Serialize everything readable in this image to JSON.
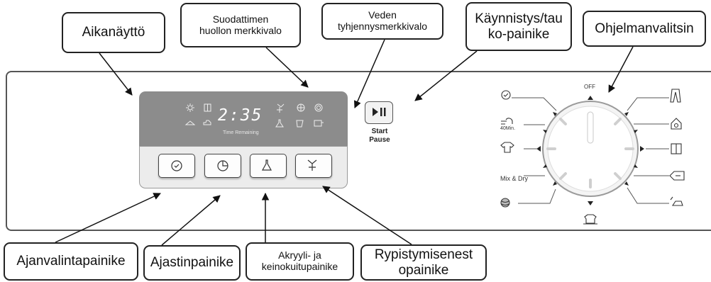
{
  "callouts": {
    "aikanaytto": "Aikanäyttö",
    "suodattimen": "Suodattimen\nhuollon merkkivalo",
    "veden": "Veden\ntyhjennysmerkkivalo",
    "kaynnistys": "Käynnistys/tau\nko-painike",
    "ohjelmanvalitsin": "Ohjelmanvalitsin",
    "ajanvalinta": "Ajanvalintapainike",
    "ajastin": "Ajastinpainike",
    "akryyli": "Akryyli- ja\nkeinokuitupainike",
    "rypistymisenesto": "Rypistymisenest\nopainike"
  },
  "display": {
    "time": "2:35",
    "time_label": "Time Remaining"
  },
  "start_button": {
    "label": "Start\nPause"
  },
  "dial": {
    "off_label": "OFF",
    "mix_dry_label": "Mix & Dry",
    "forty_min_label": "40Min."
  },
  "icons": {
    "display_left": [
      "sun-icon",
      "box-icon",
      "hanger-icon",
      "shoe-icon"
    ],
    "display_right": [
      "wrinkle-icon",
      "fan-icon",
      "wool-icon",
      "flask-icon",
      "jug-icon",
      "drain-icon"
    ],
    "buttons": [
      "delay-clock-icon",
      "timer-icon",
      "flask-icon",
      "wrinkle-icon"
    ],
    "dial_left": [
      "clock-icon",
      "quick-dry-icon",
      "shirt-icon",
      "wool-ball-icon"
    ],
    "dial_right": [
      "jeans-icon",
      "house-gear-icon",
      "cabinet-icon",
      "iron-tag-icon",
      "iron-icon"
    ],
    "dial_bottom": "shirt-stack-icon"
  },
  "colors": {
    "display_bg": "#8c8c8c",
    "outline": "#222222"
  }
}
